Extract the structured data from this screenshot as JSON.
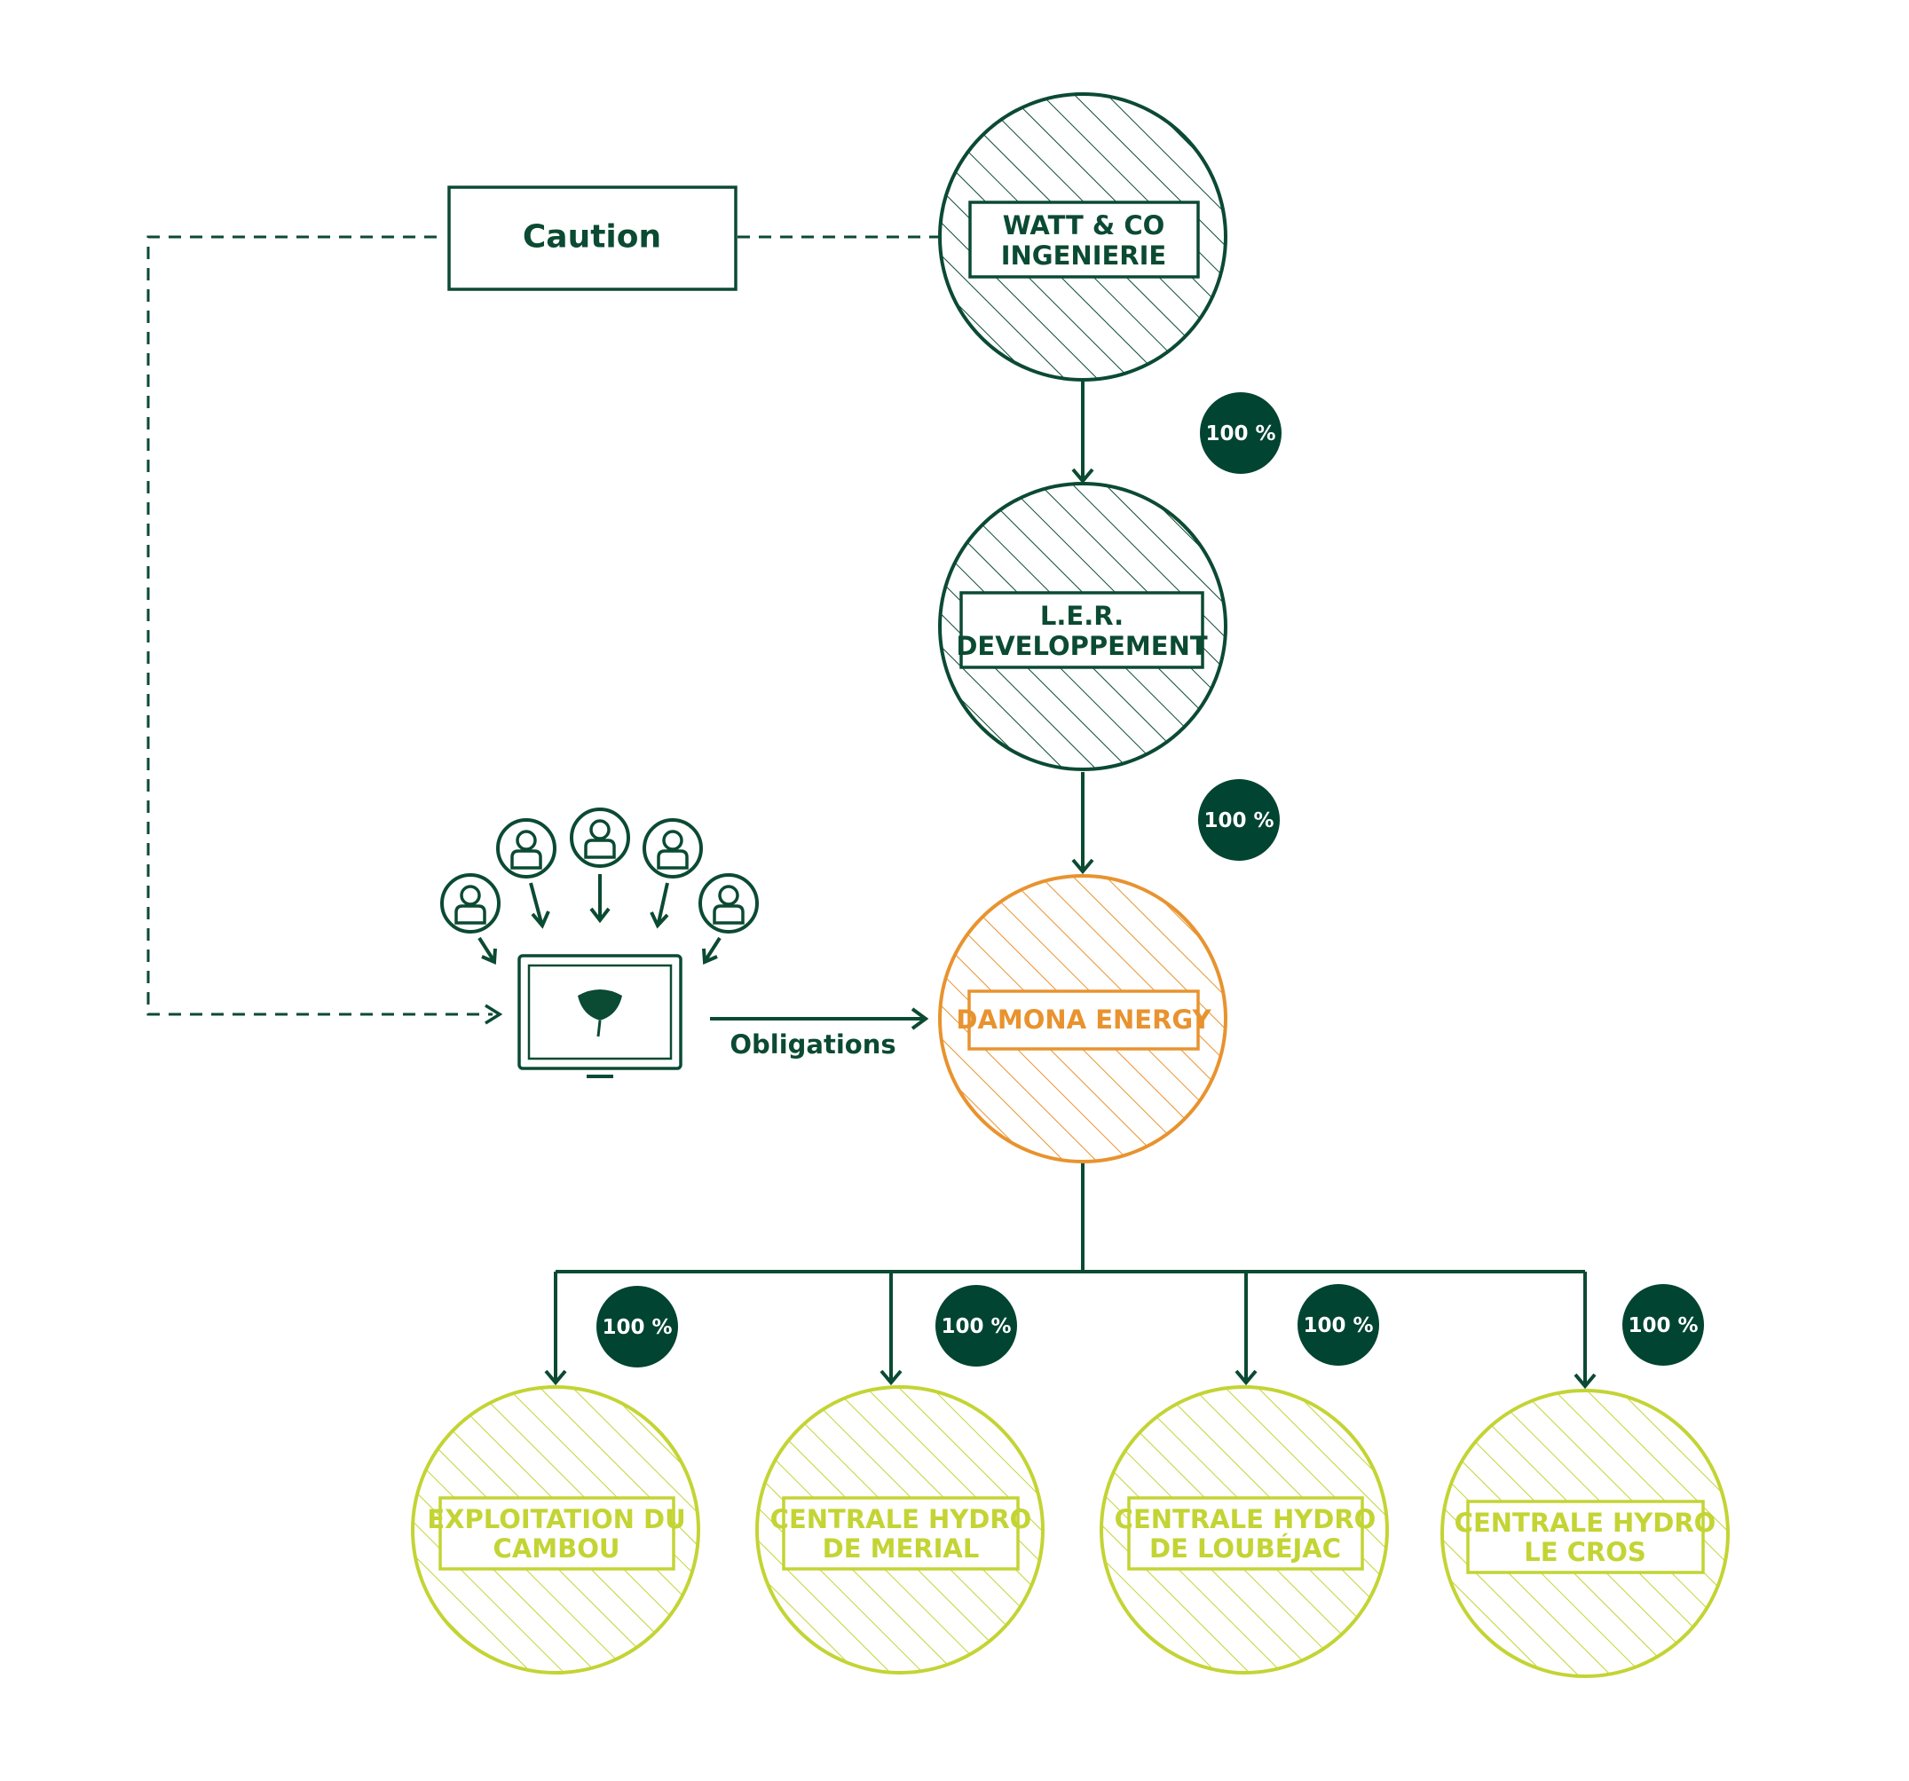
{
  "colors": {
    "dark_green": "#0b4a33",
    "badge_green": "#004431",
    "orange": "#e8932f",
    "lime": "#c3d434",
    "white": "#ffffff"
  },
  "caution": {
    "label": "Caution"
  },
  "entities": {
    "watt": {
      "line1": "WATT & CO",
      "line2": "INGENIERIE"
    },
    "ler": {
      "line1": "L.E.R.",
      "line2": "DEVELOPPEMENT"
    },
    "damona": {
      "label": "DAMONA ENERGY"
    },
    "cambou": {
      "line1": "EXPLOITATION DU",
      "line2": "CAMBOU"
    },
    "merial": {
      "line1": "CENTRALE HYDRO",
      "line2": "DE MERIAL"
    },
    "loubejac": {
      "line1": "CENTRALE HYDRO",
      "line2": "DE LOUBÉJAC"
    },
    "lecros": {
      "line1": "CENTRALE HYDRO",
      "line2": "LE CROS"
    }
  },
  "ownership": {
    "watt_to_ler": "100 %",
    "ler_to_damona": "100 %",
    "damona_to_cambou": "100 %",
    "damona_to_merial": "100 %",
    "damona_to_loubejac": "100 %",
    "damona_to_lecros": "100 %"
  },
  "platform": {
    "logo_icon": "ginkgo-leaf-icon",
    "investor_icon": "investor-user-icon",
    "investor_count": 5
  },
  "flows": {
    "obligations_label": "Obligations"
  }
}
